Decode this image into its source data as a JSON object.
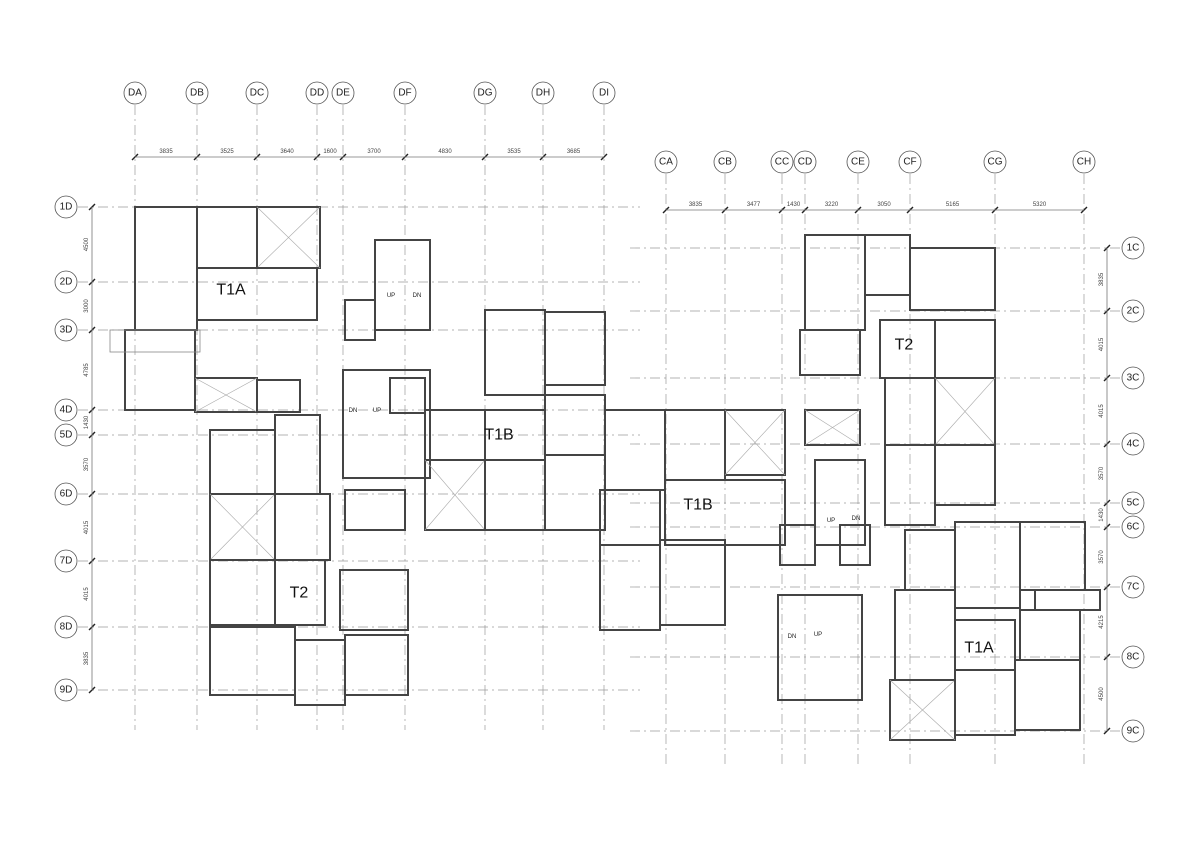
{
  "left_block": {
    "columns": [
      "DA",
      "DB",
      "DC",
      "DD",
      "DE",
      "DF",
      "DG",
      "DH",
      "DI"
    ],
    "column_dimensions": [
      "3835",
      "3525",
      "3640",
      "1600",
      "3700",
      "4830",
      "3535",
      "3685"
    ],
    "rows": [
      "1D",
      "2D",
      "3D",
      "4D",
      "5D",
      "6D",
      "7D",
      "8D",
      "9D"
    ],
    "row_dimensions": [
      "4500",
      "3000",
      "4785",
      "1430",
      "3570",
      "4015",
      "4015",
      "3835"
    ]
  },
  "right_block": {
    "columns": [
      "CA",
      "CB",
      "CC",
      "CD",
      "CE",
      "CF",
      "CG",
      "CH"
    ],
    "column_dimensions": [
      "3835",
      "3477",
      "1430",
      "3220",
      "3050",
      "5165",
      "5320"
    ],
    "rows": [
      "1C",
      "2C",
      "3C",
      "4C",
      "5C",
      "6C",
      "7C",
      "8C",
      "9C"
    ],
    "row_dimensions": [
      "3835",
      "4015",
      "4015",
      "3570",
      "1430",
      "3570",
      "4215",
      "4500"
    ]
  },
  "unit_labels": [
    "T1A",
    "T1B",
    "T1B",
    "T2",
    "T2",
    "T1A"
  ],
  "stair_labels": [
    "UP",
    "DN",
    "DN",
    "UP",
    "UP",
    "DN",
    "DN",
    "UP"
  ]
}
